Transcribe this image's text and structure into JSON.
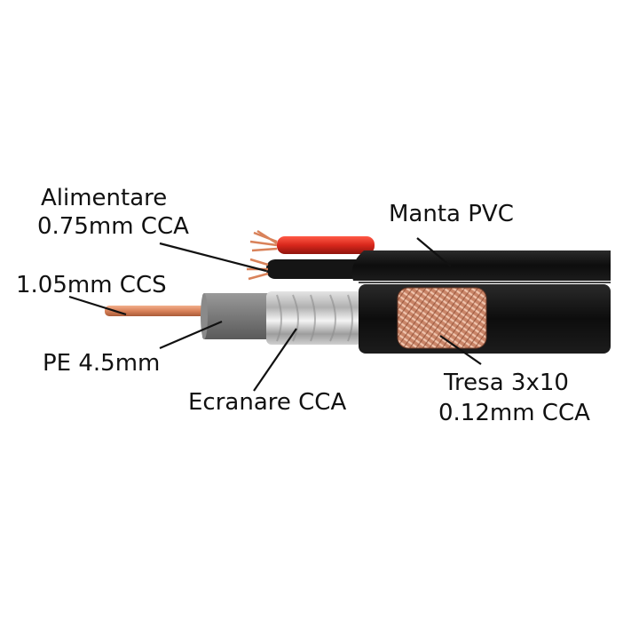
{
  "labels": {
    "power_title": "Alimentare",
    "power_spec": "0.75mm CCA",
    "jacket": "Manta PVC",
    "conductor": "1.05mm CCS",
    "dielectric": "PE 4.5mm",
    "shield": "Ecranare CCA",
    "braid_title": "Tresa 3x10",
    "braid_spec": "0.12mm CCA"
  },
  "colors": {
    "jacket": "#111111",
    "red_wire": "#d8271c",
    "copper": "#d9825a",
    "dielectric": "#777777",
    "foil": "#c9c9c9"
  }
}
